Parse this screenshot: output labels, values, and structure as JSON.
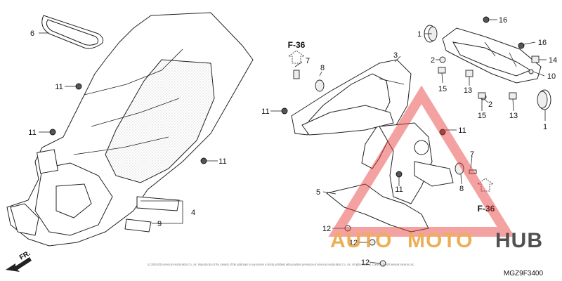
{
  "diagram": {
    "code": "MGZ9F3400",
    "direction_label": "FR.",
    "copyright": "(c) 2003-2019 American Honda Motor Co., Inc. Reproduction of the contents of this publication in any manner is strictly prohibited without written permission of American Honda Motor Co., Inc. All rights reserved. Contents by ARI Network Services, Inc.",
    "references": [
      "F-36",
      "F-36"
    ],
    "callouts": [
      "6",
      "11",
      "11",
      "11",
      "4",
      "9",
      "7",
      "8",
      "11",
      "3",
      "5",
      "12",
      "12",
      "12",
      "11",
      "7",
      "8",
      "11",
      "1",
      "2",
      "15",
      "13",
      "2",
      "15",
      "13",
      "16",
      "16",
      "14",
      "10",
      "1"
    ],
    "colors": {
      "watermark_orange": "#e9a23b",
      "watermark_red": "#e53935",
      "watermark_dark": "#333333"
    }
  },
  "watermark": {
    "part1": "AUTO",
    "part2": "MOTO",
    "part3": "HUB"
  }
}
